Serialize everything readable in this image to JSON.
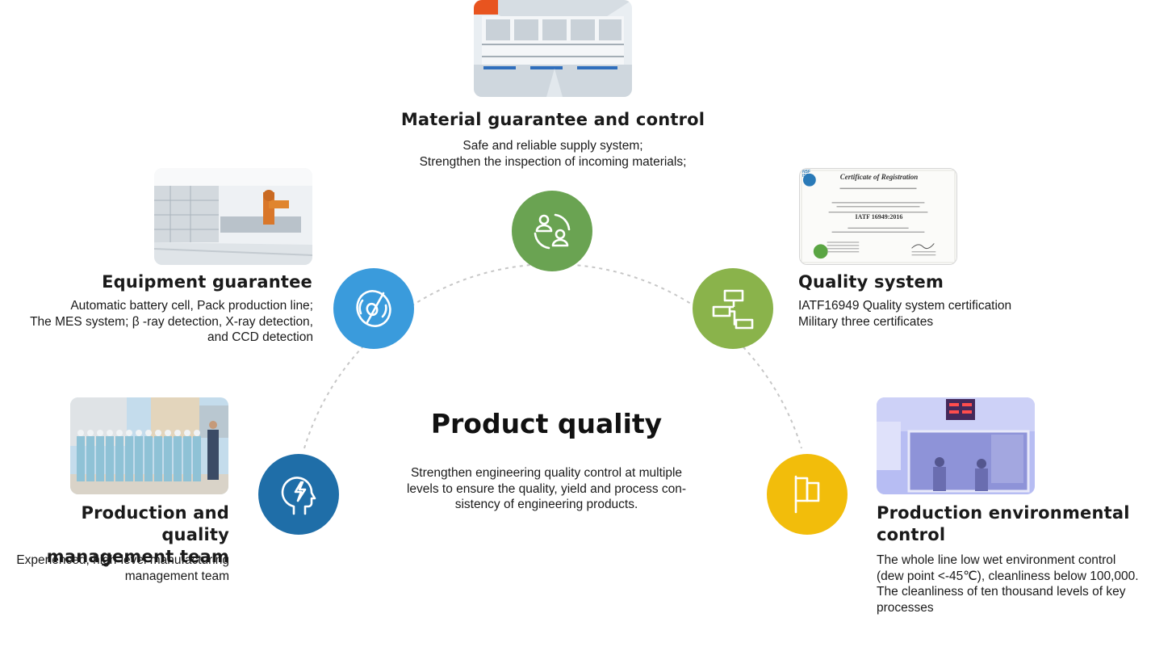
{
  "center": {
    "title": "Product quality",
    "desc_lines": [
      "Strengthen engineering quality control at multiple",
      "levels to ensure the quality, yield and process con-",
      "sistency of engineering products."
    ]
  },
  "nodes": {
    "material": {
      "title": "Material guarantee and control",
      "lines": [
        "Safe and reliable supply system;",
        "Strengthen the inspection of incoming materials;"
      ],
      "icon": "people-exchange-icon",
      "color": "#6aa352"
    },
    "equipment": {
      "title": "Equipment guarantee",
      "lines": [
        "Automatic battery cell, Pack production line;",
        "The MES system; β -ray detection, X-ray detection,",
        "and CCD detection"
      ],
      "icon": "disc-icon",
      "color": "#3a9bdc"
    },
    "quality": {
      "title": "Quality system",
      "lines": [
        "IATF16949 Quality system certification",
        "Military three certificates"
      ],
      "icon": "flowchart-icon",
      "color": "#8ab34b"
    },
    "team": {
      "title_lines": [
        "Production and quality",
        "management team"
      ],
      "lines": [
        "Experienced, high-level manufacturing",
        "management team"
      ],
      "icon": "head-lightning-icon",
      "color": "#1f6ea8"
    },
    "environment": {
      "title_lines": [
        "Production environmental",
        "control"
      ],
      "lines": [
        "The whole line low wet environment control",
        "(dew point <-45℃), cleanliness below 100,000.",
        "The cleanliness of ten thousand levels of key",
        "processes"
      ],
      "icon": "flag-icon",
      "color": "#f2bd0b"
    }
  },
  "certificate": {
    "heading": "Certificate of Registration",
    "standard": "IATF 16949:2016",
    "logo": "NSF ISR"
  }
}
